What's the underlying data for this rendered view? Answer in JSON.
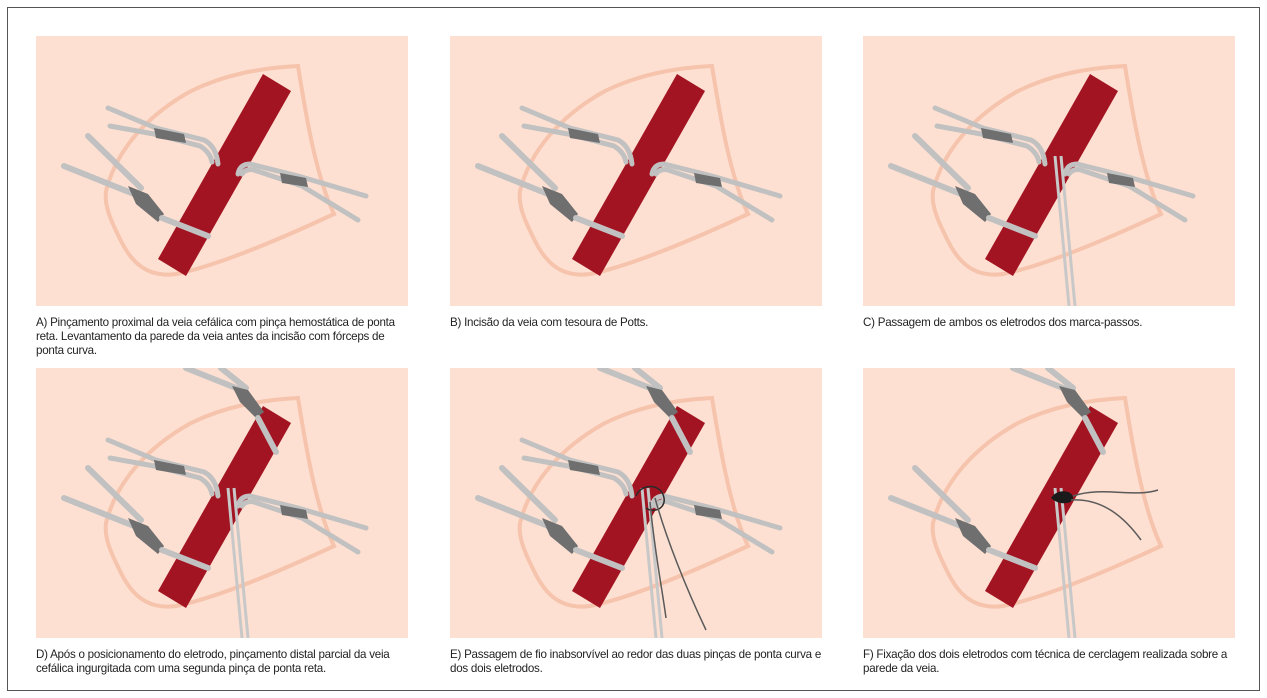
{
  "colors": {
    "background": "#fde0d2",
    "vein": "#a31422",
    "outline": "#f6c3ac",
    "instrument_light": "#c1c1c1",
    "instrument_dark": "#6f6f6f",
    "suture": "#555555"
  },
  "panels": [
    {
      "caption": "A) Pinçamento proximal da veia cefálica com pinça hemostática de ponta reta. Levantamento da parede da veia antes da incisão com fórceps de ponta curva."
    },
    {
      "caption": "B) Incisão da veia com tesoura de Potts."
    },
    {
      "caption": "C) Passagem de ambos os eletrodos dos marca-passos."
    },
    {
      "caption": "D) Após o posicionamento do eletrodo, pinçamento distal parcial da veia cefálica ingurgitada com uma segunda pinça de ponta reta."
    },
    {
      "caption": "E) Passagem de fio inabsorvível ao redor das duas pinças de ponta curva e dos dois eletrodos."
    },
    {
      "caption": "F) Fixação dos dois eletrodos com técnica de cerclagem realizada sobre a parede da veia."
    }
  ]
}
